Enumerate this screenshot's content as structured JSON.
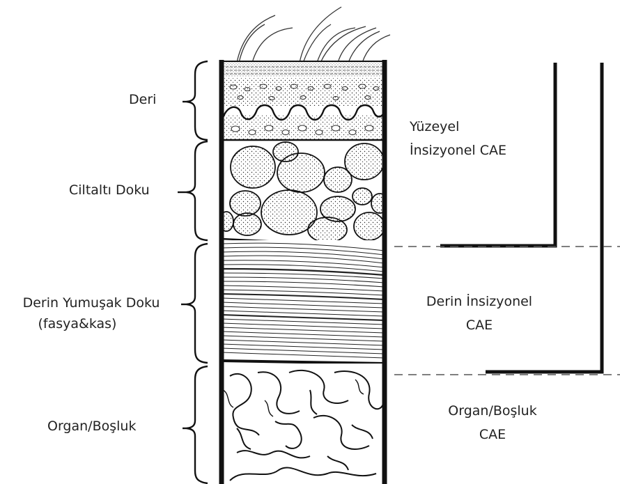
{
  "layers": [
    {
      "id": "deri",
      "label": "Deri"
    },
    {
      "id": "ciltalti",
      "label": "Ciltaltı Doku"
    },
    {
      "id": "derin",
      "label_line1": "Derin Yumuşak Doku",
      "label_line2": "(fasya&kas)"
    },
    {
      "id": "organ",
      "label": "Organ/Boşluk"
    }
  ],
  "classifications": [
    {
      "id": "yuzeyel",
      "line1": "Yüzeyel",
      "line2": "İnsizyonel CAE"
    },
    {
      "id": "derin",
      "line1": "Derin İnsizyonel",
      "line2": "CAE"
    },
    {
      "id": "organ",
      "line1": "Organ/Boşluk",
      "line2": "CAE"
    }
  ],
  "colors": {
    "ink": "#111111",
    "text": "#222222",
    "dash": "#555555",
    "background": "#ffffff"
  }
}
